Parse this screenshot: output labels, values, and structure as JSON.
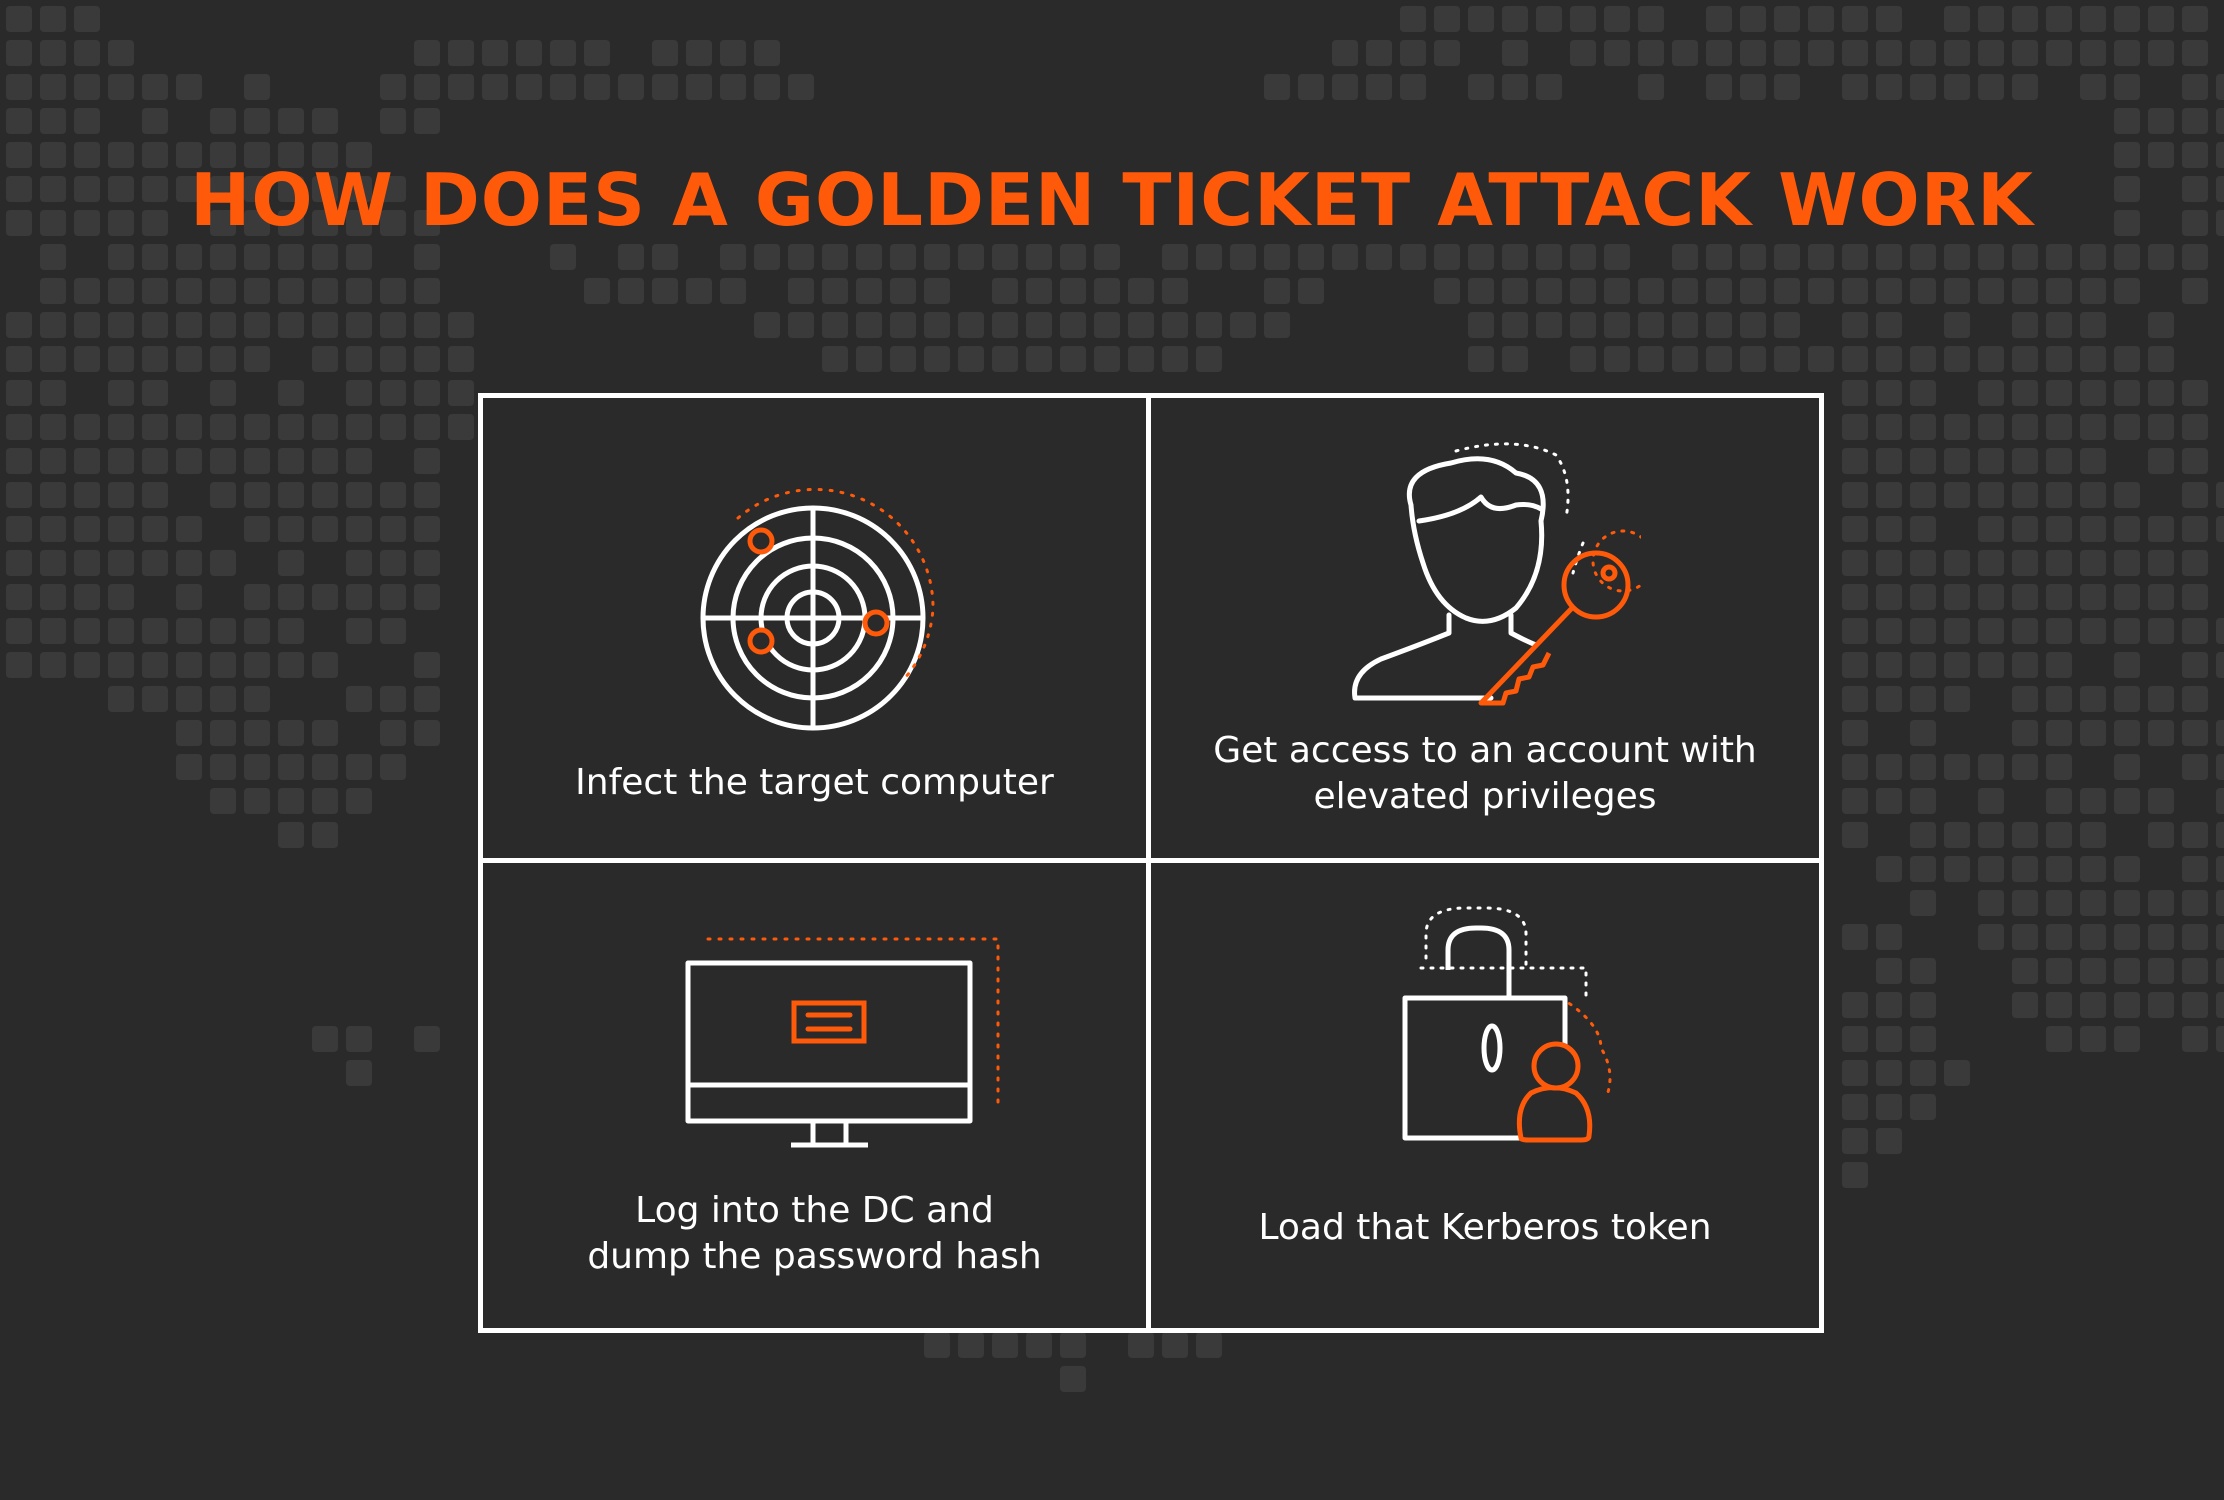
{
  "title": "HOW DOES A GOLDEN TICKET ATTACK WORK",
  "colors": {
    "background": "#2a2a2a",
    "map_dots": "#3a3a3a",
    "accent": "#ff5a0a",
    "stroke": "#ffffff"
  },
  "steps": [
    {
      "icon": "radar-target-icon",
      "line1": "Infect the target computer",
      "line2": ""
    },
    {
      "icon": "user-key-icon",
      "line1": "Get access to an account with",
      "line2": "elevated privileges"
    },
    {
      "icon": "monitor-password-icon",
      "line1": "Log into the DC and",
      "line2": "dump the password hash"
    },
    {
      "icon": "padlock-user-icon",
      "line1": "Load that Kerberos token",
      "line2": ""
    }
  ]
}
